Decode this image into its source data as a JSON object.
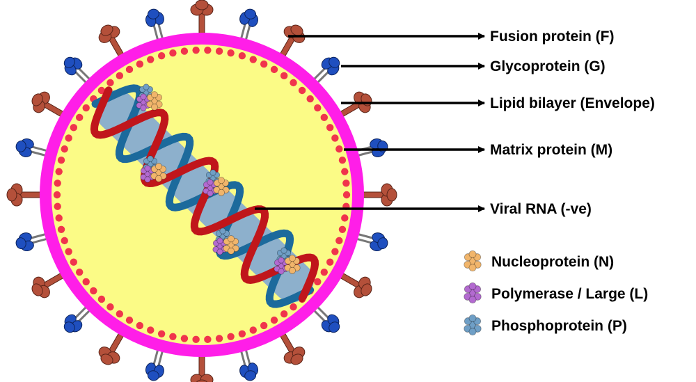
{
  "labels": {
    "fusion": "Fusion protein (F)",
    "glyco": "Glycoprotein (G)",
    "lipid": "Lipid bilayer (Envelope)",
    "matrix": "Matrix protein (M)",
    "rna": "Viral RNA (-ve)"
  },
  "legend": [
    {
      "label": "Nucleoprotein (N)",
      "icon": "nucleoprotein-icon",
      "color": "#f1b56b"
    },
    {
      "label": "Polymerase / Large (L)",
      "icon": "polymerase-icon",
      "color": "#b36ad0"
    },
    {
      "label": "Phosphoprotein (P)",
      "icon": "phosphoprotein-icon",
      "color": "#6f9fc6"
    }
  ],
  "colors": {
    "envelope": "#ff1ee8",
    "interior": "#fbfb86",
    "matrix": "#f0344c",
    "glycoprotein": "#b4503a",
    "fusion": "#1f4fbf",
    "rna_red": "#c0161b",
    "rna_blue": "#1c6a9c",
    "rna_core": "#8db0cc"
  }
}
